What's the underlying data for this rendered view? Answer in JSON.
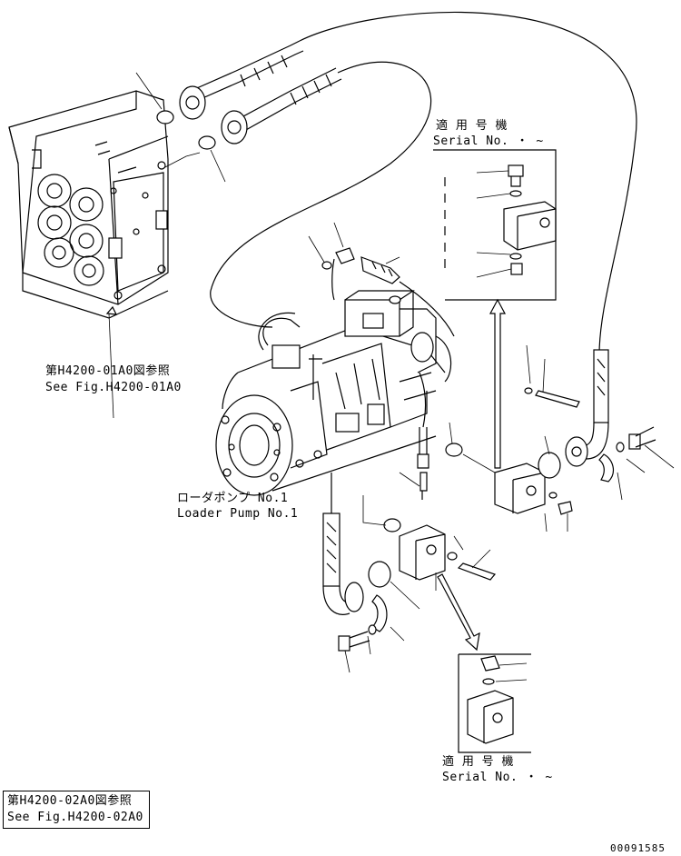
{
  "labels": {
    "serial_top_jp": "適 用 号 機",
    "serial_top_en": "Serial No.  ・  ~",
    "see_fig1_jp": "第H4200-01A0図参照",
    "see_fig1_en": "See Fig.H4200-01A0",
    "loader_pump_jp": "ローダポンプ No.1",
    "loader_pump_en": "Loader Pump No.1",
    "serial_bottom_jp": "適 用 号 機",
    "serial_bottom_en": "Serial No.  ・  ~",
    "see_fig2_jp": "第H4200-02A0図参照",
    "see_fig2_en": "See Fig.H4200-02A0",
    "drawing_number": "00091585"
  }
}
